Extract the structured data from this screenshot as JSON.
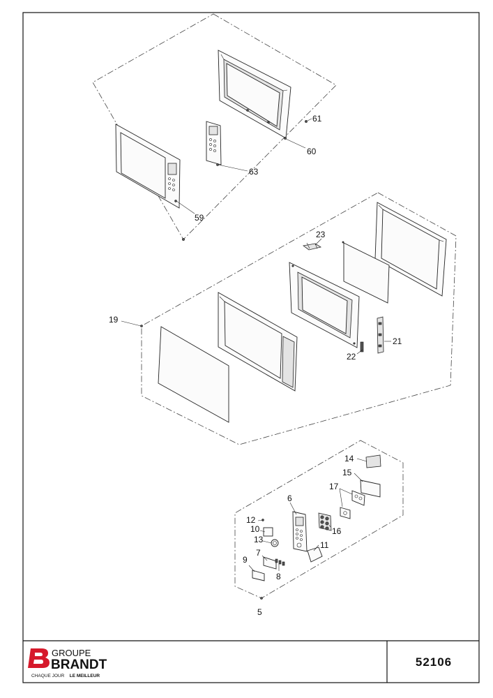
{
  "drawing": {
    "reference_number": "52106",
    "labels": {
      "p61": "61",
      "p60": "60",
      "p63": "63",
      "p59": "59",
      "p23": "23",
      "p19": "19",
      "p21": "21",
      "p22": "22",
      "p14": "14",
      "p15": "15",
      "p17": "17",
      "p6": "6",
      "p12": "12",
      "p10": "10",
      "p13": "13",
      "p16": "16",
      "p11": "11",
      "p7": "7",
      "p9": "9",
      "p8": "8",
      "p5": "5"
    }
  },
  "logo": {
    "group_word": "GROUPE",
    "brand_word": "BRANDT",
    "tagline_start": "CHAQUE JOUR",
    "tagline_bold": "LE MEILLEUR",
    "brand_color": "#d6192b"
  }
}
